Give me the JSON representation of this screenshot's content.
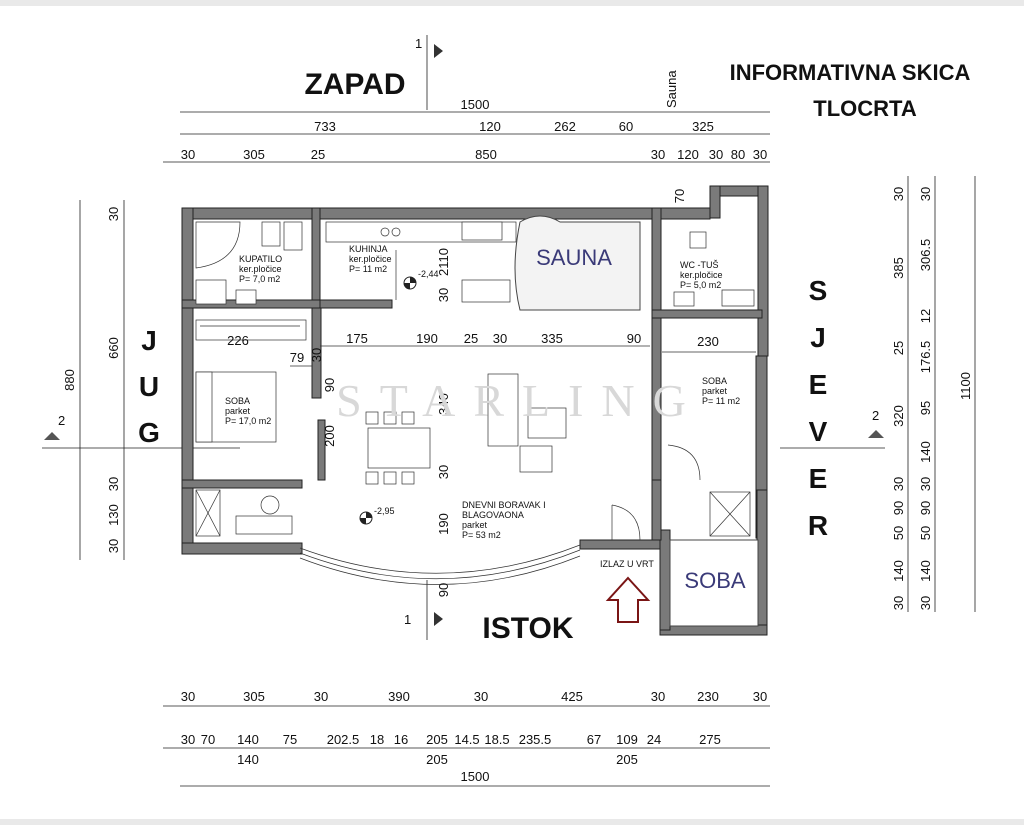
{
  "title": {
    "line1": "INFORMATIVNA SKICA",
    "line2": "TLOCRTA"
  },
  "directions": {
    "west": "ZAPAD",
    "east": "ISTOK",
    "south_letters": [
      "J",
      "U",
      "G"
    ],
    "north_letters": [
      "S",
      "J",
      "E",
      "V",
      "E",
      "R"
    ]
  },
  "section_markers": {
    "top": "1",
    "bottom": "1",
    "left": "2",
    "right": "2"
  },
  "watermark": "STARLING",
  "exit_label": "IZLAZ U VRT",
  "sauna_overlay": "SAUNA",
  "soba_overlay": "SOBA",
  "rooms": {
    "kupatilo": [
      "KUPATILO",
      "ker.pločice",
      "P= 7,0 m2"
    ],
    "kuhinja": [
      "KUHINJA",
      "ker.pločice",
      "P= 11 m2"
    ],
    "wc": [
      "WC -TUŠ",
      "ker.pločice",
      "P= 5,0 m2"
    ],
    "soba_left": [
      "SOBA",
      "parket",
      "P= 17,0 m2"
    ],
    "soba_right": [
      "SOBA",
      "parket",
      "P= 11 m2"
    ],
    "dnevni": [
      "DNEVNI BORAVAK I",
      "BLAGOVAONA",
      "parket",
      "P= 53 m2"
    ]
  },
  "levels": {
    "kitchen": "-2,44",
    "living": "-2,95"
  },
  "vertical_label": "Sauna",
  "dimensions": {
    "top_total": "1500",
    "top_row1": [
      "733",
      "120",
      "262",
      "60",
      "325"
    ],
    "top_row2": [
      "30",
      "305",
      "25",
      "850",
      "30",
      "120",
      "30",
      "80",
      "30"
    ],
    "right_total": "1100",
    "right_col1": [
      "30",
      "385",
      "25",
      "320",
      "30",
      "90",
      "50",
      "140",
      "30"
    ],
    "right_col2": [
      "30",
      "306.5",
      "12",
      "176.5",
      "95",
      "140",
      "30",
      "90",
      "50",
      "140",
      "30"
    ],
    "left_total": "880",
    "left_col": [
      "30",
      "660",
      "30",
      "130",
      "30"
    ],
    "bottom_row1": [
      "30",
      "305",
      "30",
      "390",
      "30",
      "425",
      "30",
      "230",
      "30"
    ],
    "bottom_row2": [
      "30",
      "70",
      "140",
      "75",
      "202.5",
      "18",
      "16",
      "205",
      "14.5",
      "18.5",
      "235.5",
      "67",
      "109",
      "24",
      "275"
    ],
    "bottom_sub": [
      "140",
      "205",
      "205"
    ],
    "bottom_total": "1500",
    "interior": {
      "d226": "226",
      "d79": "79",
      "d30a": "30",
      "d175": "175",
      "d190a": "190",
      "d25": "25",
      "d30b": "30",
      "d335": "335",
      "d90a": "90",
      "d230": "230",
      "d90v": "90",
      "d340": "340",
      "d200": "200",
      "d30c": "30",
      "d190v": "190",
      "d90bot": "90",
      "d2110": "2110",
      "d30d": "30",
      "d70": "70"
    }
  }
}
